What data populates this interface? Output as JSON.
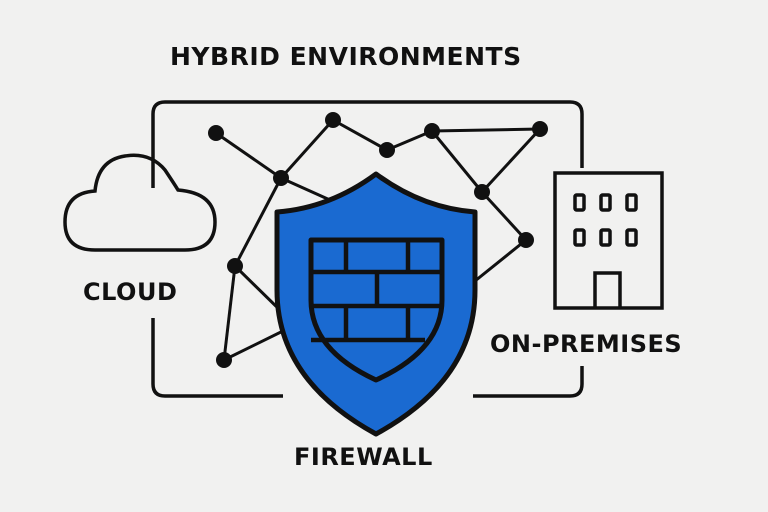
{
  "title": "HYBRID ENVIRONMENTS",
  "labels": {
    "cloud": "CLOUD",
    "on_premises": "ON-PREMISES",
    "firewall": "FIREWALL"
  },
  "colors": {
    "shield": "#1a6ad1",
    "stroke": "#111111",
    "background": "#f1f1f0"
  },
  "icons": [
    "cloud-icon",
    "building-icon",
    "shield-firewall-icon",
    "network-graph-icon"
  ]
}
